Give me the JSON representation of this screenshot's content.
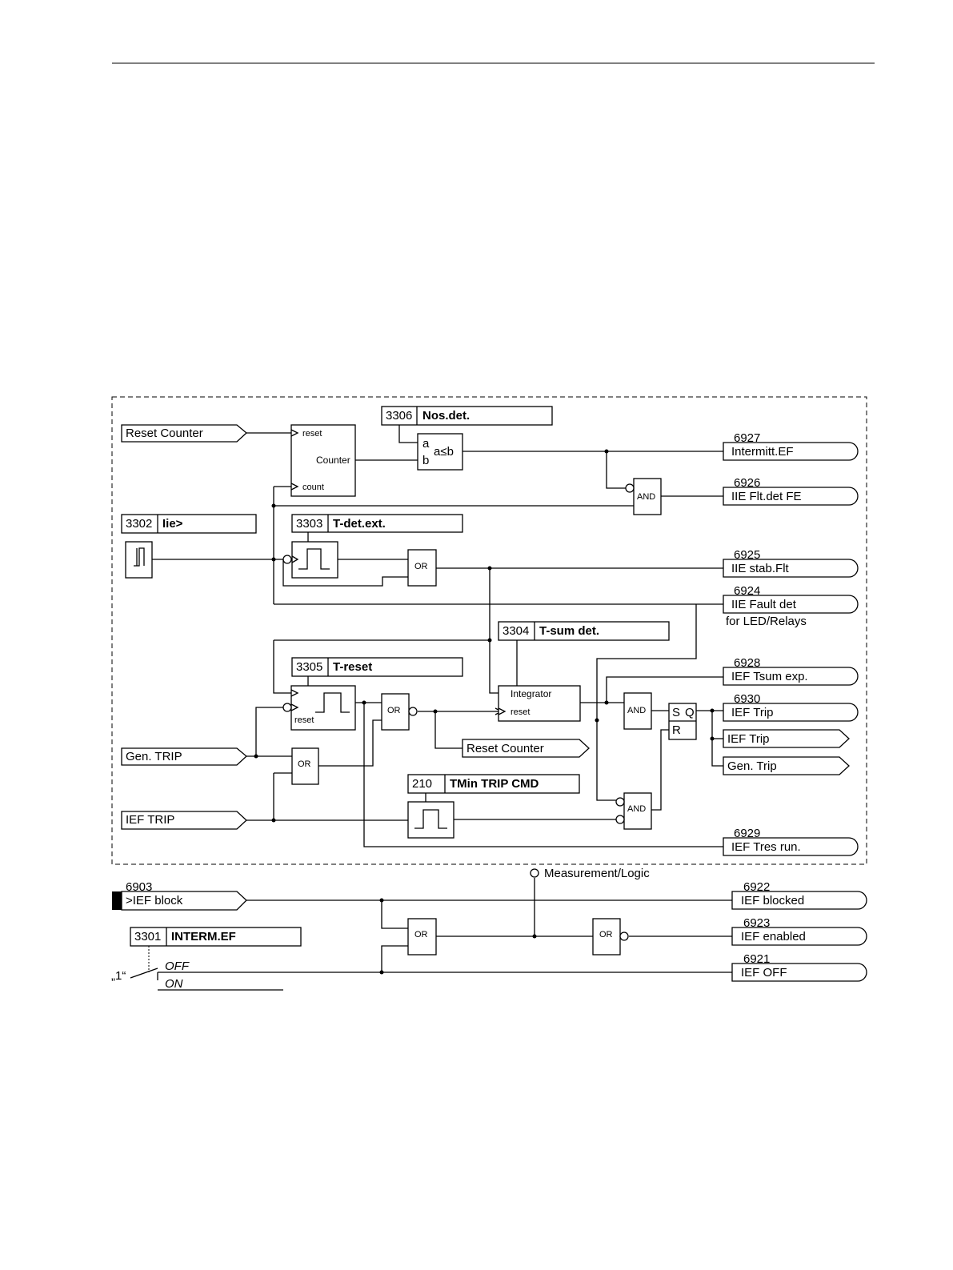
{
  "diagram": {
    "inputs": {
      "reset_counter": "Reset Counter",
      "gen_trip": "Gen. TRIP",
      "ief_trip": "IEF TRIP",
      "ief_block": ">IEF block",
      "ief_block_no": "6903",
      "constant_one": "„1“"
    },
    "settings": {
      "nos_det": {
        "no": "3306",
        "name": "Nos.det."
      },
      "iie": {
        "no": "3302",
        "name": "Iie>"
      },
      "t_det_ext": {
        "no": "3303",
        "name": "T-det.ext."
      },
      "t_sum_det": {
        "no": "3304",
        "name": "T-sum det."
      },
      "t_reset": {
        "no": "3305",
        "name": "T-reset"
      },
      "tmin_trip": {
        "no": "210",
        "name": "TMin TRIP CMD"
      },
      "interm_ef": {
        "no": "3301",
        "name": "INTERM.EF"
      }
    },
    "blocks": {
      "counter": "Counter",
      "reset_port": "reset",
      "count_port": "count",
      "comparator_a": "a",
      "comparator_b": "b",
      "comparator_fn": "a≤b",
      "integrator": "Integrator",
      "and_gate": "AND",
      "or_gate": "OR",
      "ff_s": "S",
      "ff_q": "Q",
      "ff_r": "R"
    },
    "outputs": [
      {
        "no": "6927",
        "label": "Intermitt.EF"
      },
      {
        "no": "6926",
        "label": "IIE Flt.det FE"
      },
      {
        "no": "6925",
        "label": "IIE stab.Flt"
      },
      {
        "no": "6924",
        "label": "IIE Fault det"
      },
      {
        "no": "6928",
        "label": "IEF Tsum exp."
      },
      {
        "no": "6930",
        "label": "IEF Trip"
      },
      {
        "no": "6929",
        "label": "IEF Tres run."
      },
      {
        "no": "6922",
        "label": "IEF blocked"
      },
      {
        "no": "6923",
        "label": "IEF enabled"
      },
      {
        "no": "6921",
        "label": "IEF OFF"
      }
    ],
    "note_led": "for LED/Relays",
    "internal_outputs": {
      "reset_counter": "Reset Counter",
      "ief_trip": "IEF Trip",
      "gen_trip": "Gen. Trip"
    },
    "measurement_logic": "Measurement/Logic",
    "switch": {
      "off": "OFF",
      "on": "ON"
    }
  }
}
